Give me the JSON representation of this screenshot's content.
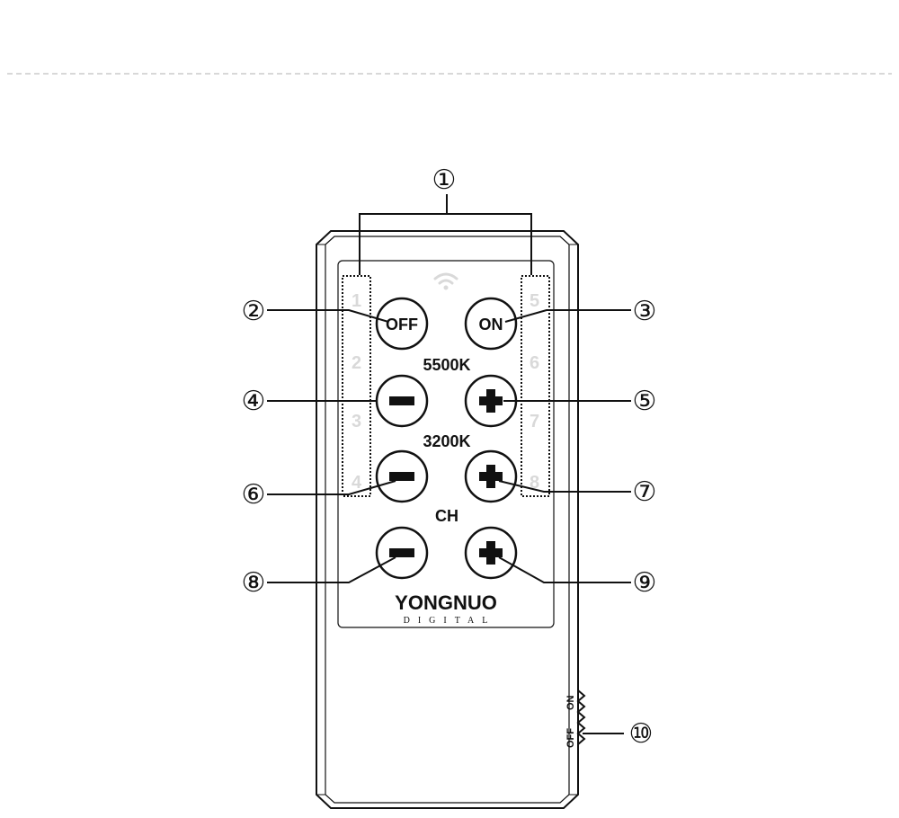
{
  "remote": {
    "brand": "YONGNUO",
    "brand_sub": "DIGITAL",
    "buttons": {
      "off": "OFF",
      "on": "ON"
    },
    "section_labels": {
      "cct_5500": "5500K",
      "cct_3200": "3200K",
      "channel": "CH"
    },
    "group_numbers_left": [
      "1",
      "2",
      "3",
      "4"
    ],
    "group_numbers_right": [
      "5",
      "6",
      "7",
      "8"
    ],
    "switch": {
      "on_label": "ON",
      "off_label": "OFF"
    }
  },
  "callouts": [
    "①",
    "②",
    "③",
    "④",
    "⑤",
    "⑥",
    "⑦",
    "⑧",
    "⑨",
    "⑩"
  ],
  "colors": {
    "line": "#111111",
    "faint_number": "#d9d9d9",
    "divider": "#b0b0b0"
  }
}
